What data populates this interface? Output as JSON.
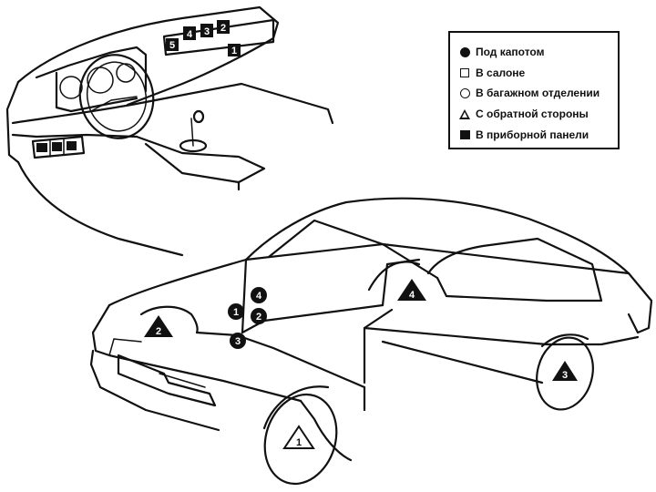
{
  "legend": {
    "items": [
      {
        "symbol": "filled-circle",
        "label": "Под капотом"
      },
      {
        "symbol": "open-square",
        "label": "В салоне"
      },
      {
        "symbol": "open-circle",
        "label": "В багажном отделении"
      },
      {
        "symbol": "triangle",
        "label": "С обратной стороны"
      },
      {
        "symbol": "filled-square",
        "label": "В приборной панели"
      }
    ]
  },
  "dashboard_markers": [
    "5",
    "4",
    "3",
    "2",
    "1"
  ],
  "hood_markers": [
    "1",
    "2",
    "3",
    "4"
  ],
  "triangle_markers": [
    "1",
    "2",
    "3",
    "4"
  ]
}
